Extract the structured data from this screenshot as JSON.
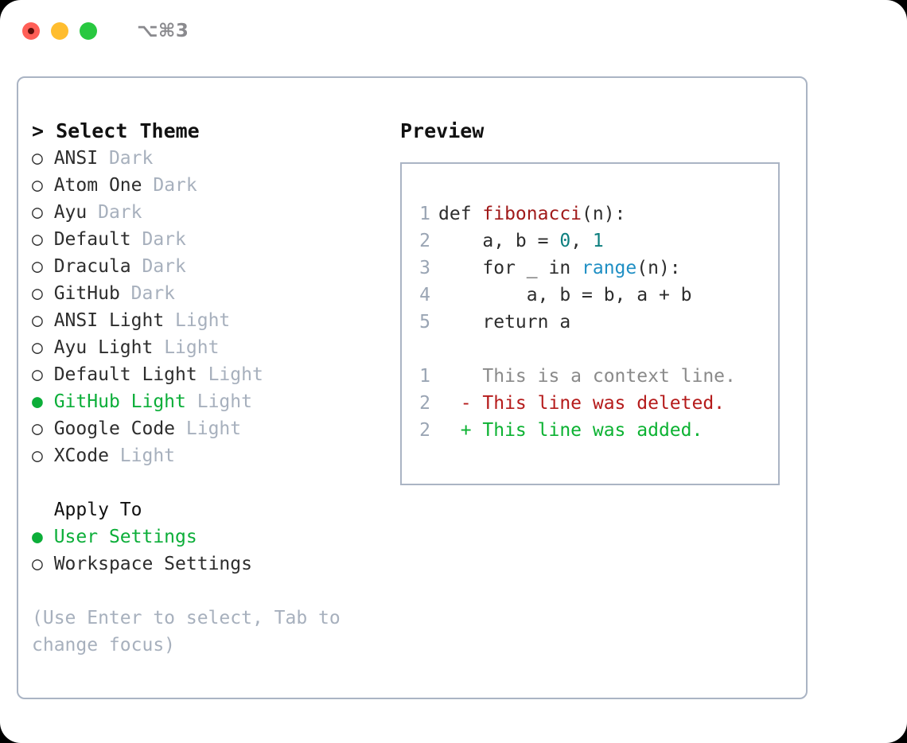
{
  "titlebar": {
    "shortcut": "⌥⌘3",
    "lights": [
      "close-red",
      "minimize-yellow",
      "zoom-green"
    ]
  },
  "left": {
    "header": "> Select Theme",
    "themes": [
      {
        "bullet": "○",
        "name": "ANSI",
        "variant": "Dark",
        "selected": false
      },
      {
        "bullet": "○",
        "name": "Atom One",
        "variant": "Dark",
        "selected": false
      },
      {
        "bullet": "○",
        "name": "Ayu",
        "variant": "Dark",
        "selected": false
      },
      {
        "bullet": "○",
        "name": "Default",
        "variant": "Dark",
        "selected": false
      },
      {
        "bullet": "○",
        "name": "Dracula",
        "variant": "Dark",
        "selected": false
      },
      {
        "bullet": "○",
        "name": "GitHub",
        "variant": "Dark",
        "selected": false
      },
      {
        "bullet": "○",
        "name": "ANSI Light",
        "variant": "Light",
        "selected": false
      },
      {
        "bullet": "○",
        "name": "Ayu Light",
        "variant": "Light",
        "selected": false
      },
      {
        "bullet": "○",
        "name": "Default Light",
        "variant": "Light",
        "selected": false
      },
      {
        "bullet": "●",
        "name": "GitHub Light",
        "variant": "Light",
        "selected": true
      },
      {
        "bullet": "○",
        "name": "Google Code",
        "variant": "Light",
        "selected": false
      },
      {
        "bullet": "○",
        "name": "XCode",
        "variant": "Light",
        "selected": false
      }
    ],
    "apply_to": {
      "header": "  Apply To",
      "options": [
        {
          "bullet": "●",
          "label": "User Settings",
          "selected": true
        },
        {
          "bullet": "○",
          "label": "Workspace Settings",
          "selected": false
        }
      ]
    },
    "hint": "(Use Enter to select, Tab to change focus)"
  },
  "right": {
    "preview_title": "Preview",
    "code": [
      {
        "ln": "1",
        "indent": "",
        "tokens": [
          {
            "t": "def ",
            "c": "plain"
          },
          {
            "t": "fibonacci",
            "c": "fn"
          },
          {
            "t": "(n):",
            "c": "plain"
          }
        ]
      },
      {
        "ln": "2",
        "indent": "",
        "tokens": [
          {
            "t": "    a, b = ",
            "c": "plain"
          },
          {
            "t": "0",
            "c": "num"
          },
          {
            "t": ", ",
            "c": "plain"
          },
          {
            "t": "1",
            "c": "num"
          }
        ]
      },
      {
        "ln": "3",
        "indent": "",
        "tokens": [
          {
            "t": "    for _ in ",
            "c": "plain"
          },
          {
            "t": "range",
            "c": "call"
          },
          {
            "t": "(n):",
            "c": "plain"
          }
        ]
      },
      {
        "ln": "4",
        "indent": "",
        "tokens": [
          {
            "t": "        a, b = b, a + b",
            "c": "plain"
          }
        ]
      },
      {
        "ln": "5",
        "indent": "",
        "tokens": [
          {
            "t": "    return a",
            "c": "plain"
          }
        ]
      }
    ],
    "diff": [
      {
        "ln": "1",
        "marker": "  ",
        "text": "This is a context line.",
        "kind": "ctx"
      },
      {
        "ln": "2",
        "marker": "- ",
        "text": "This line was deleted.",
        "kind": "del"
      },
      {
        "ln": "2",
        "marker": "+ ",
        "text": "This line was added.",
        "kind": "add"
      }
    ]
  },
  "colors": {
    "accent_green": "#0cae39",
    "muted": "#a7b0bd",
    "border": "#aab4c4",
    "fn_red": "#a01a1a",
    "num_teal": "#0d7f7f",
    "call_blue": "#1f8fc4",
    "diff_del": "#b51b1b",
    "diff_add": "#0cb232",
    "light_red": "#ff5f57",
    "light_yellow": "#ffbd2e",
    "light_green": "#28c840"
  }
}
